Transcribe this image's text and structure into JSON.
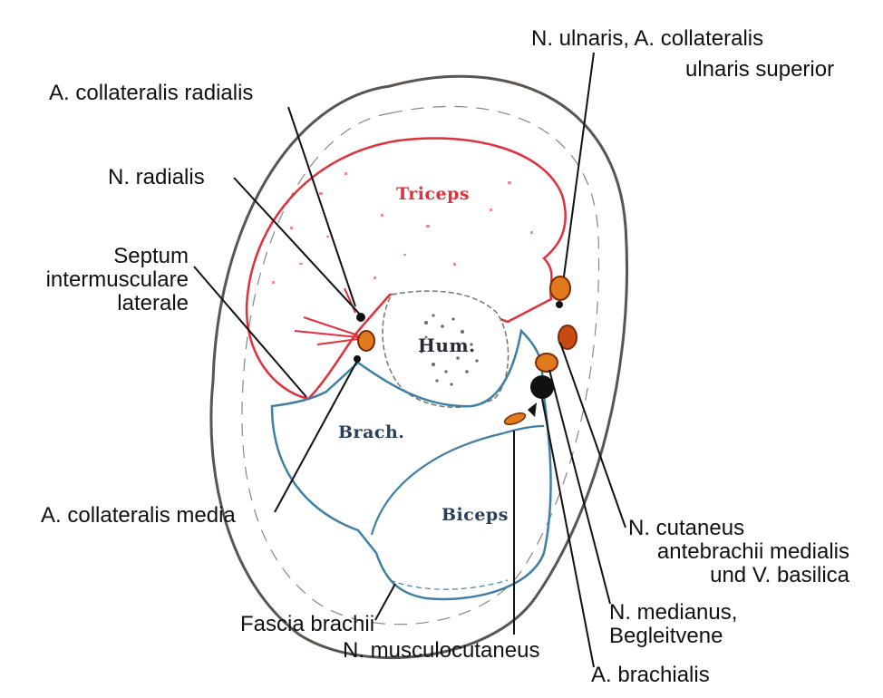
{
  "labels": {
    "ulnaris_line1": "N. ulnaris, A. collateralis",
    "ulnaris_line2": "ulnaris superior",
    "coll_radialis": "A. collateralis radialis",
    "radialis": "N. radialis",
    "septum_line1": "Septum",
    "septum_line2": "intermusculare",
    "septum_line3": "laterale",
    "coll_media": "A. collateralis media",
    "cutaneus_line1": "N. cutaneus",
    "cutaneus_line2": "antebrachii medialis",
    "cutaneus_line3": "und V. basilica",
    "medianus_line1": "N. medianus,",
    "medianus_line2": "Begleitvene",
    "brachialis": "A. brachialis",
    "fascia": "Fascia brachii",
    "musculocutaneus": "N. musculocutaneus"
  },
  "regions": {
    "triceps": "Triceps",
    "humerus": "Hum.",
    "brachialis": "Brach.",
    "biceps": "Biceps"
  },
  "colors": {
    "triceps_outline": "#e0303c",
    "flexor_outline": "#3f7fa6",
    "skin_outline": "#5a5550",
    "vessel_fill": "#e07a1c",
    "vessel_dark": "#7a2a08",
    "region_dark": "#2a2a34"
  }
}
